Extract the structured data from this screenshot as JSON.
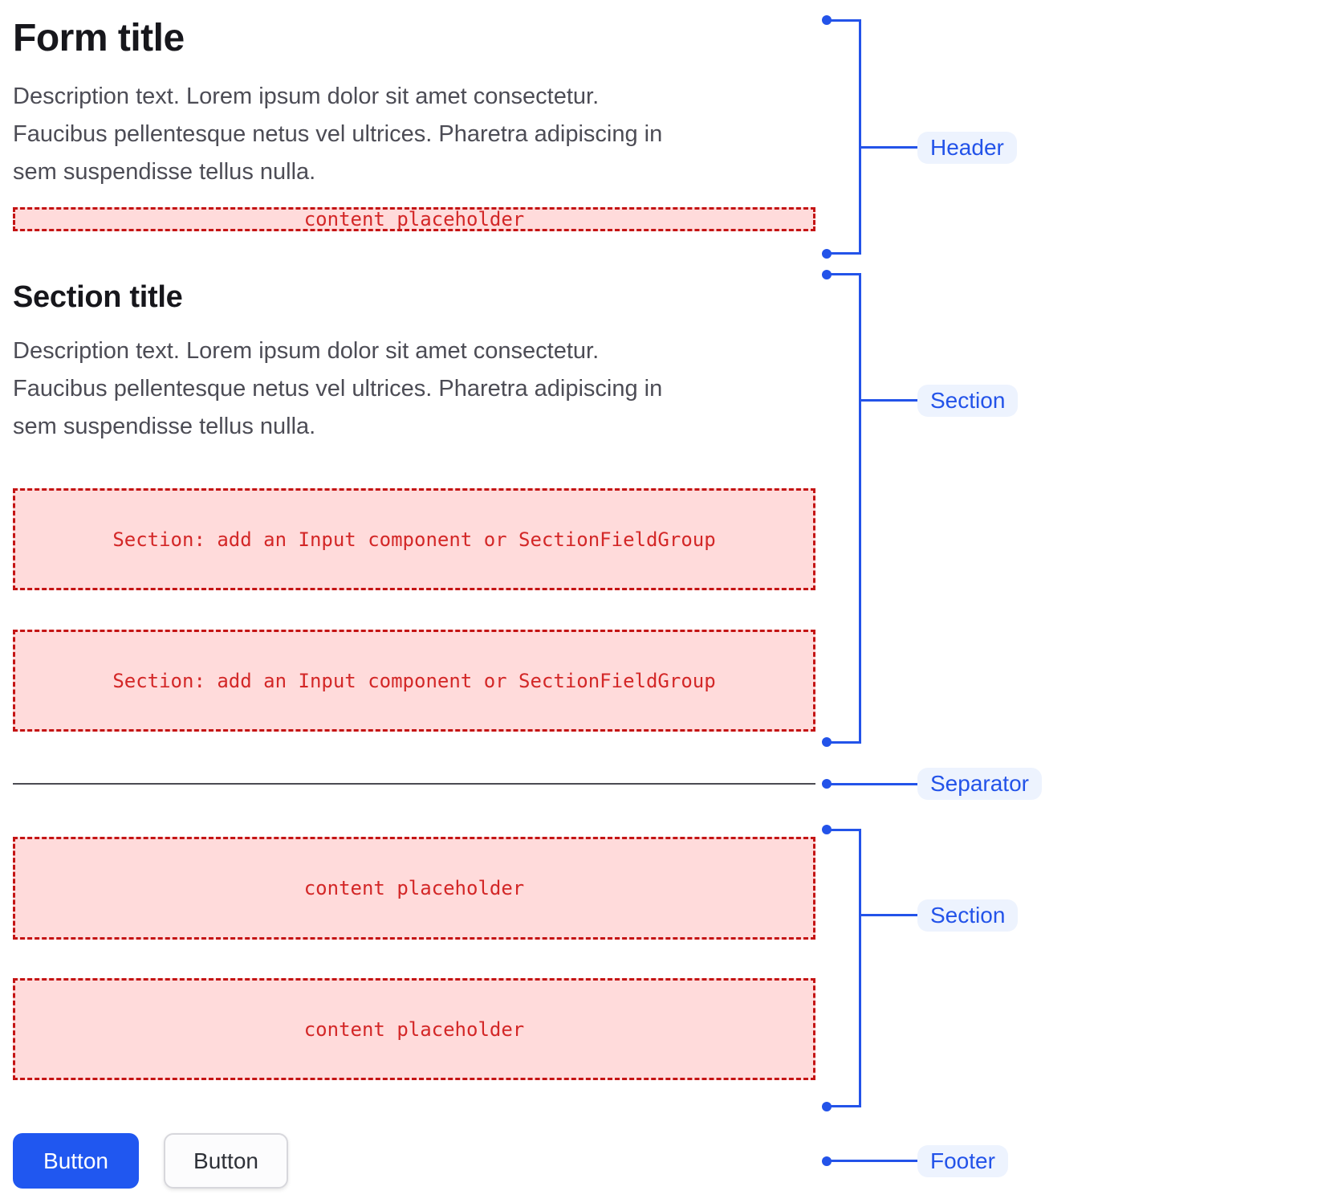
{
  "form": {
    "title": "Form title",
    "description_lines": [
      "Description text. Lorem ipsum dolor sit amet consectetur.",
      "Faucibus pellentesque netus vel ultrices. Pharetra adipiscing in",
      "sem suspendisse tellus nulla."
    ],
    "header_placeholder": "content placeholder",
    "section": {
      "title": "Section title",
      "description_lines": [
        "Description text. Lorem ipsum dolor sit amet consectetur.",
        "Faucibus pellentesque netus vel ultrices. Pharetra adipiscing in",
        "sem suspendisse tellus nulla."
      ],
      "placeholders": [
        "Section: add an Input component or SectionFieldGroup",
        "Section: add an Input component or SectionFieldGroup"
      ]
    },
    "section2": {
      "placeholders": [
        "content placeholder",
        "content placeholder"
      ]
    },
    "footer": {
      "primary_button_label": "Button",
      "secondary_button_label": "Button"
    }
  },
  "annotations": {
    "header": "Header",
    "section1": "Section",
    "separator": "Separator",
    "section2": "Section",
    "footer": "Footer"
  },
  "colors": {
    "annotation_blue": "#2353e9",
    "annotation_pill_bg": "#edf3fe",
    "placeholder_bg": "#ffdbdb",
    "placeholder_border": "#c41414",
    "placeholder_text": "#d32727",
    "primary_button_bg": "#2057f0",
    "heading_text": "#17171c",
    "description_text": "#4c4c55",
    "separator_line": "#4b4b52"
  }
}
